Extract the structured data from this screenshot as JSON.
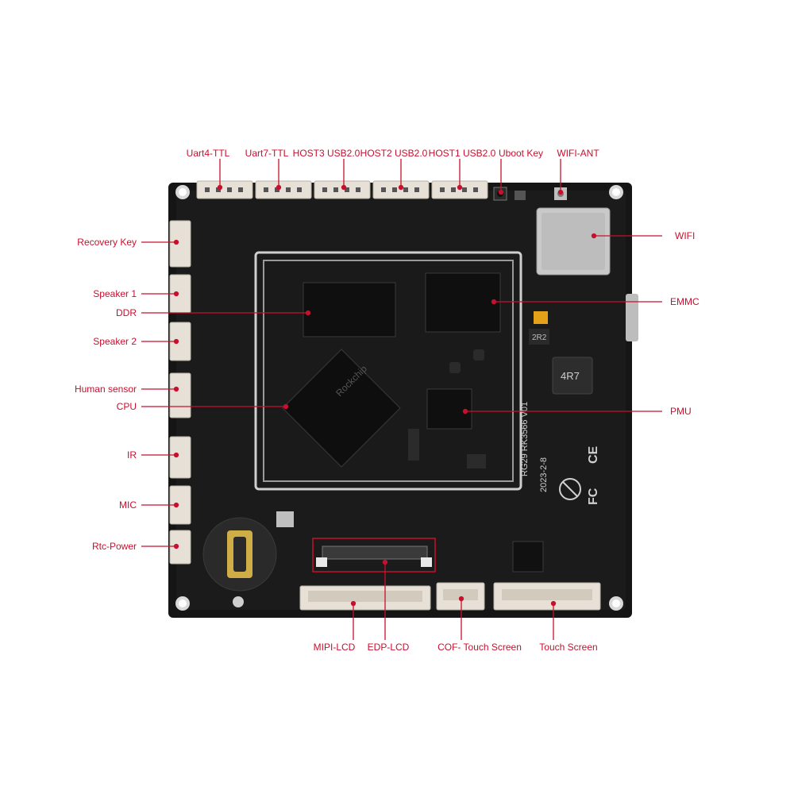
{
  "diagram": {
    "board": {
      "cpu_marking": "Rockchip",
      "inductor_marking": "4R7",
      "small_part_marking": "2R2",
      "silkscreen_model": "RG29  RK3566  V01",
      "silkscreen_date": "2023-2-8",
      "cert_marks": [
        "CE",
        "FC"
      ]
    },
    "colors": {
      "label": "#c8102e",
      "pcb": "#141414",
      "connector": "#e6e0d6"
    },
    "labels": {
      "uart4": "Uart4-TTL",
      "uart7": "Uart7-TTL",
      "host3": "HOST3 USB2.0",
      "host2": "HOST2 USB2.0",
      "host1": "HOST1 USB2.0",
      "uboot": "Uboot Key",
      "wifi_ant": "WIFI-ANT",
      "recovery": "Recovery Key",
      "speaker1": "Speaker 1",
      "ddr": "DDR",
      "speaker2": "Speaker 2",
      "human": "Human sensor",
      "cpu": "CPU",
      "ir": "IR",
      "mic": "MIC",
      "rtc": "Rtc-Power",
      "wifi": "WIFI",
      "emmc": "EMMC",
      "pmu": "PMU",
      "mipi": "MIPI-LCD",
      "edp": "EDP-LCD",
      "cof": "COF- Touch Screen",
      "touch": "Touch Screen"
    }
  }
}
